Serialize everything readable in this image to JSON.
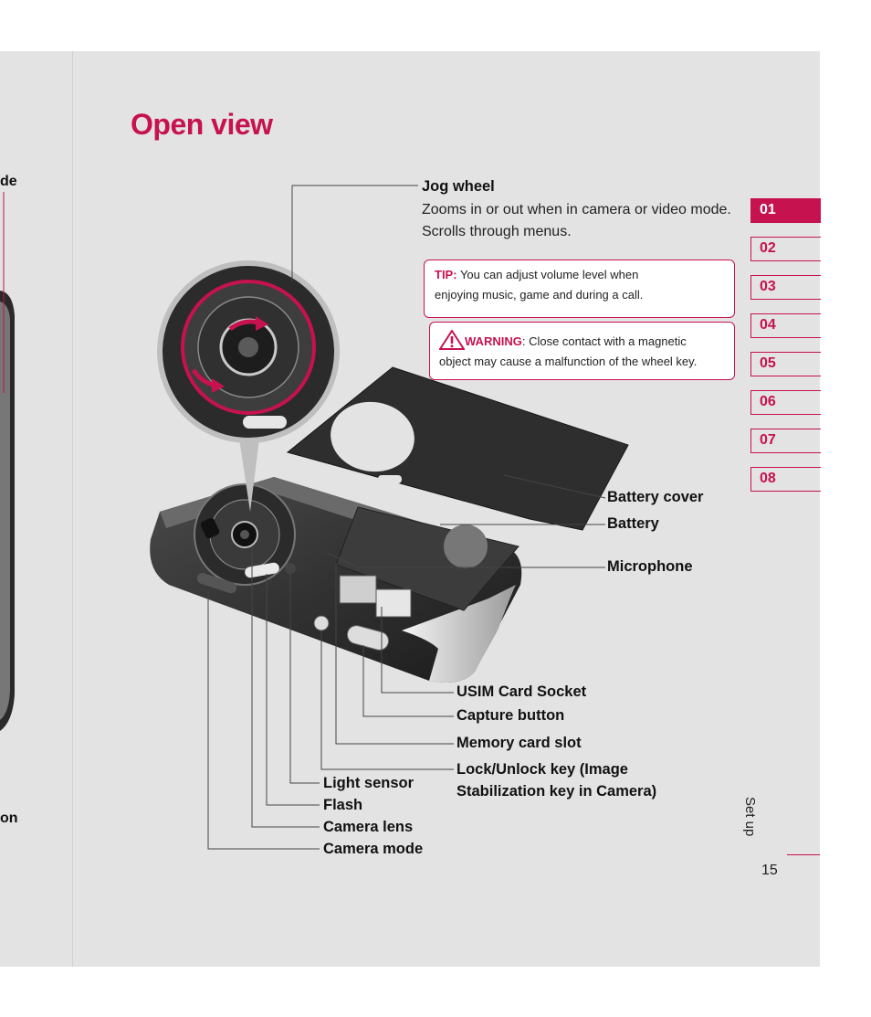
{
  "page": {
    "title": "Open view",
    "prev_page_fragments": [
      "de",
      "on"
    ],
    "section_label": "Set up",
    "page_number": "15"
  },
  "chapter_tabs": [
    {
      "label": "01",
      "active": true
    },
    {
      "label": "02",
      "active": false
    },
    {
      "label": "03",
      "active": false
    },
    {
      "label": "04",
      "active": false
    },
    {
      "label": "05",
      "active": false
    },
    {
      "label": "06",
      "active": false
    },
    {
      "label": "07",
      "active": false
    },
    {
      "label": "08",
      "active": false
    }
  ],
  "jog_wheel": {
    "heading": "Jog wheel",
    "description_line1": "Zooms in or out when in camera or video mode.",
    "description_line2": "Scrolls through menus."
  },
  "tip": {
    "label": "TIP:",
    "line1": " You can adjust volume level when",
    "line2": "enjoying music, game and during a call."
  },
  "warning": {
    "label": "WARNING",
    "line1": ": Close contact with a magnetic",
    "line2": "object may cause a malfunction of the wheel key."
  },
  "callouts": {
    "battery_cover": "Battery cover",
    "battery": "Battery",
    "microphone": "Microphone",
    "usim_socket": "USIM Card Socket",
    "capture_button": "Capture button",
    "memory_card_slot": "Memory card slot",
    "lock_key_line1": "Lock/Unlock key (Image",
    "lock_key_line2": "Stabilization key in Camera)",
    "light_sensor": "Light sensor",
    "flash": "Flash",
    "camera_lens": "Camera lens",
    "camera_mode": "Camera mode"
  },
  "colors": {
    "accent": "#c6124f",
    "page_background": "#e3e3e3"
  }
}
